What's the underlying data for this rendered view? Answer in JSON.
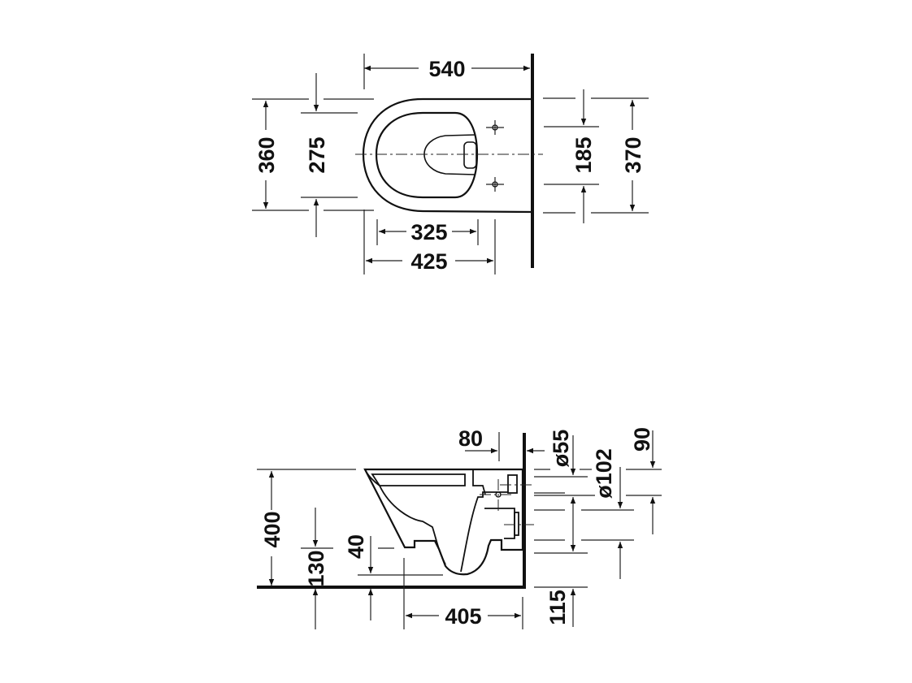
{
  "drawing": {
    "subject": "Wall-mounted toilet dimension drawing",
    "units": "mm",
    "top_view": {
      "dimensions": {
        "overall_length": "540",
        "overall_width": "360",
        "inner_width": "275",
        "fixing_spacing": "185",
        "wall_plate_height": "370",
        "bowl_depth_inner": "325",
        "fixing_to_front": "425"
      }
    },
    "side_view": {
      "dimensions": {
        "seat_height": "400",
        "inlet_offset": "80",
        "inlet_diameter": "ø55",
        "outlet_diameter": "ø102",
        "inlet_from_top": "90",
        "bottom_clearance": "130",
        "bowl_bottom": "40",
        "outlet_depth": "405",
        "outlet_height": "115"
      }
    }
  }
}
